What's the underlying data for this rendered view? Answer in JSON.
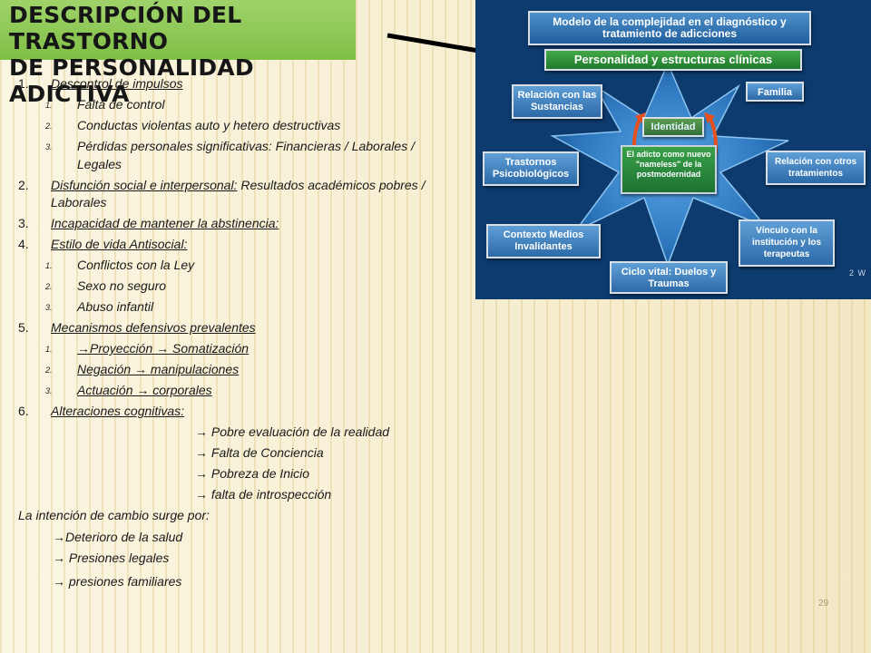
{
  "title": {
    "line1": "DESCRIPCIÓN DEL TRASTORNO",
    "line2": "DE PERSONALIDAD ADICTIVA"
  },
  "items": [
    {
      "n": "1.",
      "text": "Descontrol de impulsos",
      "level": 1
    },
    {
      "n": "1.",
      "text": "Falta de control",
      "level": 2
    },
    {
      "n": "2.",
      "text": "Conductas violentas auto y hetero destructivas",
      "level": 2
    },
    {
      "n": "3.",
      "text": "Pérdidas personales significativas: Financieras / Laborales /",
      "level": 2
    },
    {
      "n": "",
      "text": "Legales",
      "level": 2
    },
    {
      "n": "2.",
      "text_u": "Disfunción social e interpersonal:",
      "text_rest": " Resultados académicos pobres /",
      "level": 1
    },
    {
      "n": "",
      "text": "Laborales",
      "level": 1
    },
    {
      "n": "3.",
      "text": "Incapacidad de mantener la abstinencia:",
      "level": 1
    },
    {
      "n": "4.",
      "text": "Estilo de vida Antisocial:",
      "level": 1
    },
    {
      "n": "1.",
      "text": "Conflictos con la Ley",
      "level": 2
    },
    {
      "n": "2.",
      "text": "Sexo no seguro",
      "level": 2
    },
    {
      "n": "3.",
      "text": "Abuso infantil",
      "level": 2
    },
    {
      "n": "5.",
      "text": "Mecanismos defensivos prevalentes",
      "level": 1
    },
    {
      "n": "1.",
      "text": "→Proyección  → Somatización",
      "level": 2
    },
    {
      "n": "2.",
      "text": "Negación  → manipulaciones",
      "level": 2
    },
    {
      "n": "3.",
      "text": "Actuación  → corporales",
      "level": 2
    },
    {
      "n": "6.",
      "text": "Alteraciones cognitivas:",
      "level": 1
    }
  ],
  "cognitive": [
    "→ Pobre evaluación de la realidad",
    "→ Falta de Conciencia",
    "→ Pobreza de Inicio",
    "→ falta de introspección"
  ],
  "intention": {
    "heading": "La intención de cambio surge por:",
    "items": [
      "→Deterioro de la salud",
      "→ Presiones legales",
      "→ presiones familiares"
    ]
  },
  "diagram": {
    "top": "Modelo de la complejidad en el diagnóstico y tratamiento de adicciones",
    "personalidad": "Personalidad y estructuras clínicas",
    "sustancias": "Relación con las Sustancias",
    "familia": "Familia",
    "identidad": "Identidad",
    "center": "El adicto como nuevo \"nameless\" de la postmodernidad",
    "psicobiologicos": "Trastornos Psicobiológicos",
    "tratamientos": "Relación con otros tratamientos",
    "contexto": "Contexto Medios Invalidantes",
    "vinculo": "Vínculo con la institución y los terapeutas",
    "ciclo": "Ciclo vital: Duelos y Traumas",
    "logo_text": "2 W"
  },
  "page_number": "29",
  "colors": {
    "title_bg": "#8cc751",
    "diagram_bg": "#0d3b6e"
  }
}
